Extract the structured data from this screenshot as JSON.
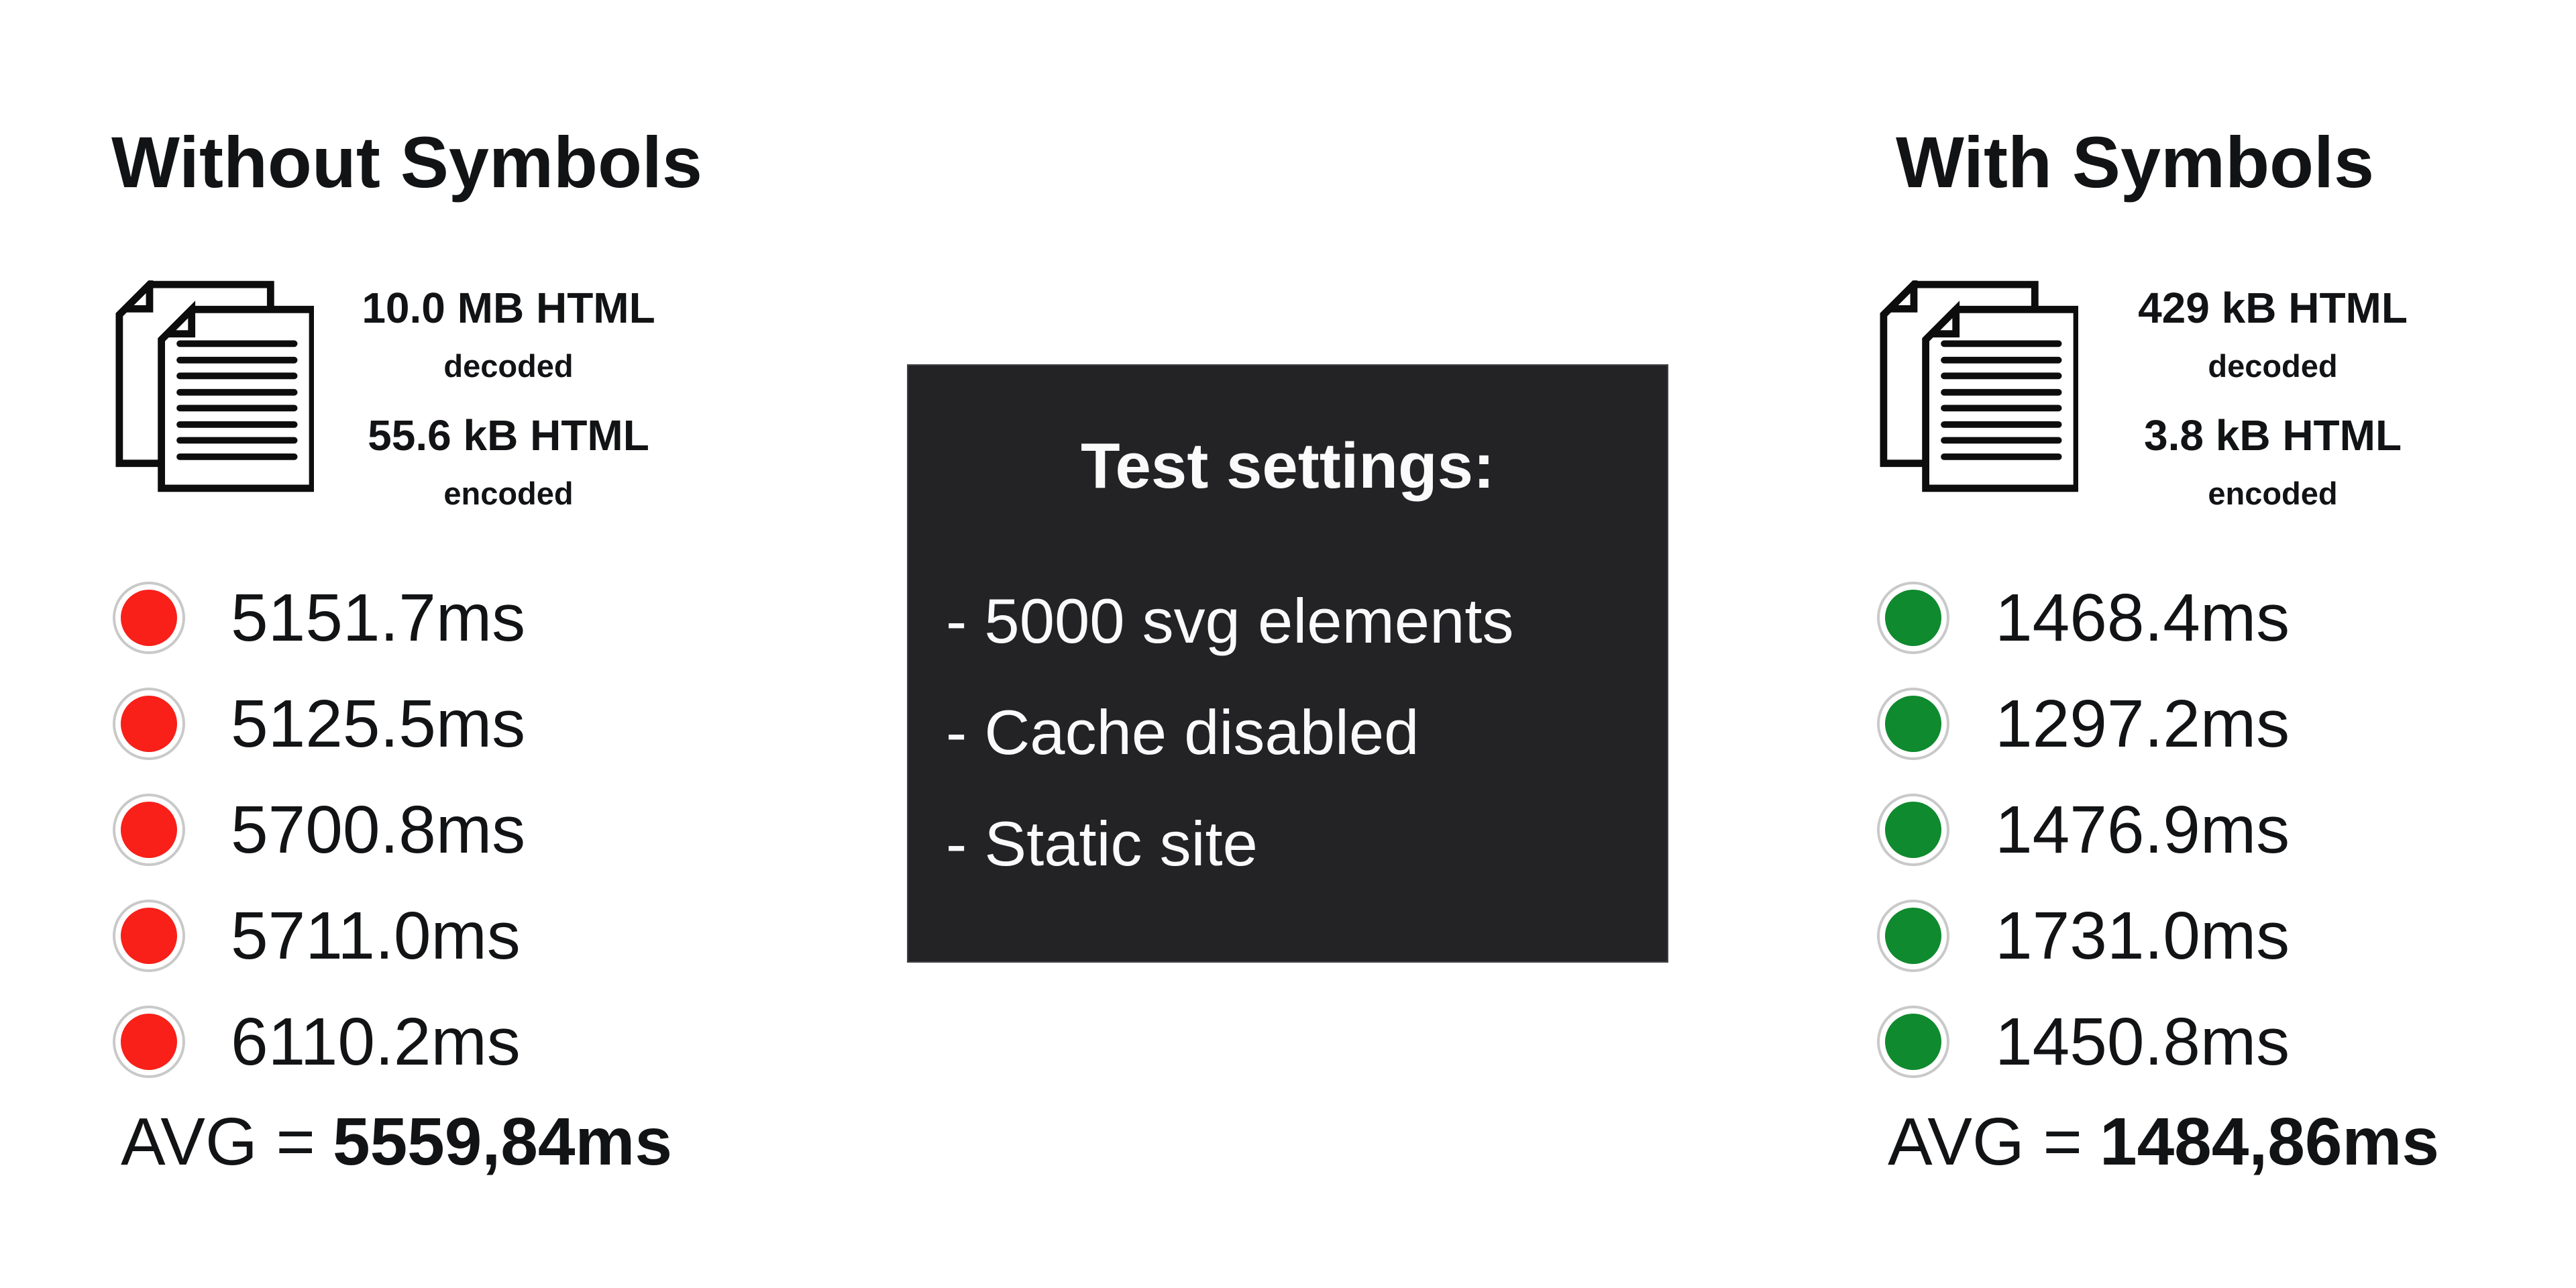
{
  "colors": {
    "red": "#F82019",
    "green": "#0F8A2E",
    "ring_gray": "#C9C9C9",
    "box_bg": "#232326",
    "box_text": "#FAFAFA",
    "text": "#121315"
  },
  "left": {
    "title": "Without Symbols",
    "file": {
      "size_decoded": "10.0 MB HTML",
      "decoded_label": "decoded",
      "size_encoded": "55.6 kB HTML",
      "encoded_label": "encoded"
    },
    "times": [
      "5151.7ms",
      "5125.5ms",
      "5700.8ms",
      "5711.0ms",
      "6110.2ms"
    ],
    "avg_label": "AVG =",
    "avg_value": "5559,84ms"
  },
  "center": {
    "title": "Test settings:",
    "bullets": [
      "- 5000 svg elements",
      "- Cache disabled",
      "- Static site"
    ]
  },
  "right": {
    "title": "With Symbols",
    "file": {
      "size_decoded": "429 kB HTML",
      "decoded_label": "decoded",
      "size_encoded": "3.8 kB HTML",
      "encoded_label": "encoded"
    },
    "times": [
      "1468.4ms",
      "1297.2ms",
      "1476.9ms",
      "1731.0ms",
      "1450.8ms"
    ],
    "avg_label": "AVG =",
    "avg_value": "1484,86ms"
  }
}
